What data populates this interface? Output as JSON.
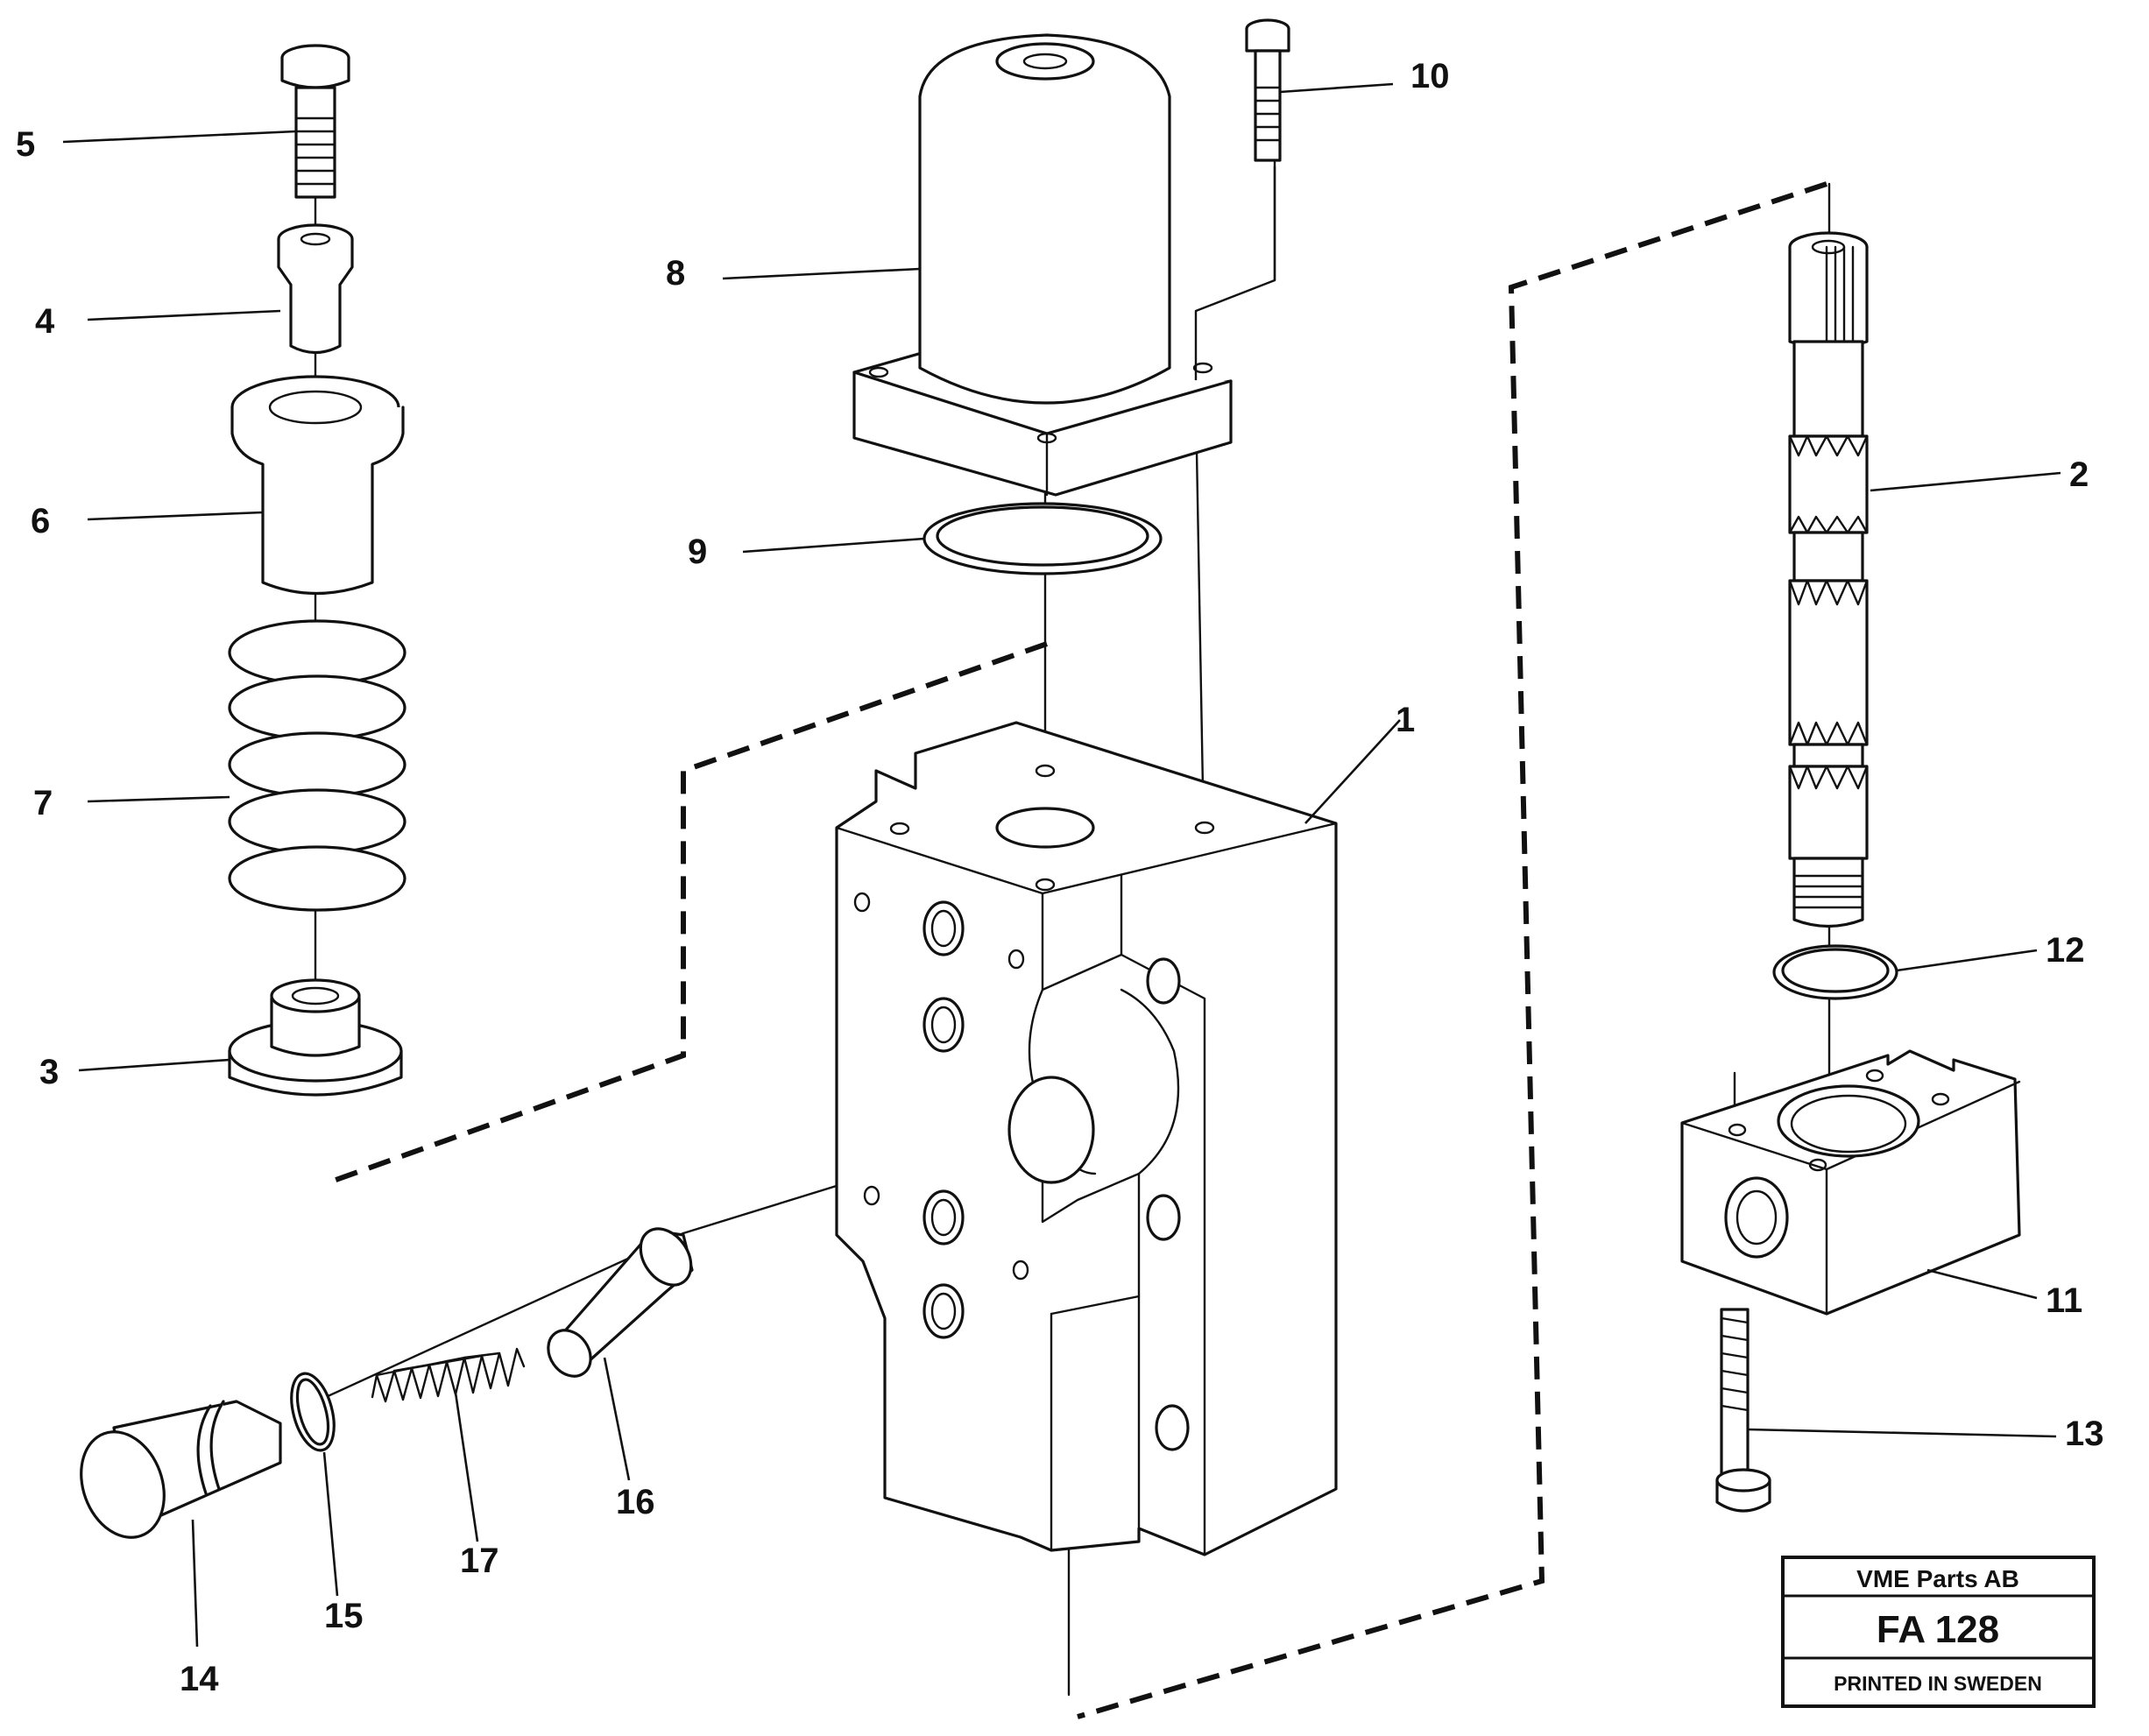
{
  "callouts": [
    {
      "id": "1",
      "label": "1"
    },
    {
      "id": "2",
      "label": "2"
    },
    {
      "id": "3",
      "label": "3"
    },
    {
      "id": "4",
      "label": "4"
    },
    {
      "id": "5",
      "label": "5"
    },
    {
      "id": "6",
      "label": "6"
    },
    {
      "id": "7",
      "label": "7"
    },
    {
      "id": "8",
      "label": "8"
    },
    {
      "id": "9",
      "label": "9"
    },
    {
      "id": "10",
      "label": "10"
    },
    {
      "id": "11",
      "label": "11"
    },
    {
      "id": "12",
      "label": "12"
    },
    {
      "id": "13",
      "label": "13"
    },
    {
      "id": "14",
      "label": "14"
    },
    {
      "id": "15",
      "label": "15"
    },
    {
      "id": "16",
      "label": "16"
    },
    {
      "id": "17",
      "label": "17"
    }
  ],
  "stamp": {
    "company": "VME Parts AB",
    "code": "FA 128",
    "printed": "PRINTED IN SWEDEN"
  }
}
